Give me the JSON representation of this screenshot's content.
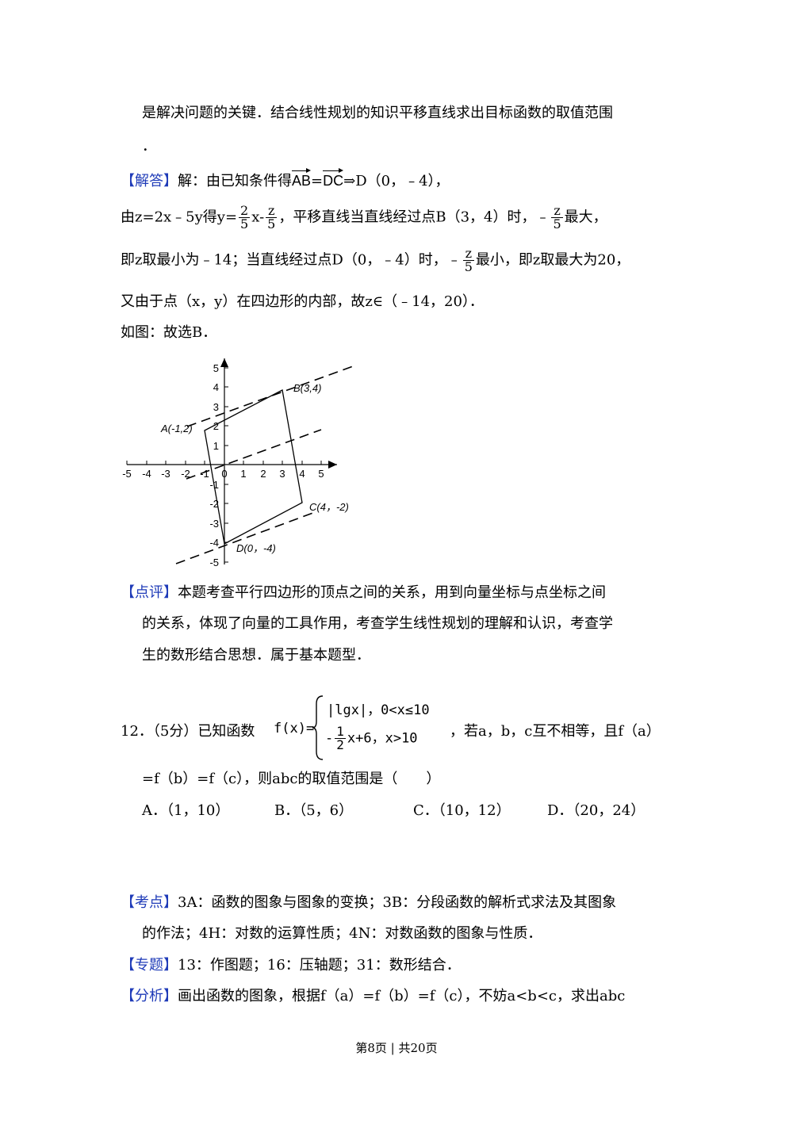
{
  "analysis_tail": {
    "line1": "是解决问题的关键．结合线性规划的知识平移直线求出目标函数的取值范围",
    "line2": "．"
  },
  "solution": {
    "tag": "【解答】",
    "l1_a": "解：由已知条件得",
    "l1_vec1": "AB",
    "l1_eq": "=",
    "l1_vec2": "DC",
    "l1_b": "⇒D（0，﹣4），",
    "l2_a": "由z=2x﹣5y得y=",
    "l2_f1_num": "2",
    "l2_f1_den": "5",
    "l2_b": "x-",
    "l2_f2_num": "z",
    "l2_f2_den": "5",
    "l2_c": "，平移直线当直线经过点B（3，4）时，﹣",
    "l2_f3_num": "z",
    "l2_f3_den": "5",
    "l2_d": "最大，",
    "l3_a": "即z取最小为﹣14；当直线经过点D（0，﹣4）时，﹣",
    "l3_f_num": "z",
    "l3_f_den": "5",
    "l3_b": "最小，即z取最大为20，",
    "l4": "又由于点（x，y）在四边形的内部，故z∈（﹣14，20）．",
    "l5": "如图：故选B．"
  },
  "figure": {
    "x_ticks": [
      "-5",
      "-4",
      "-3",
      "-2",
      "-1",
      "0",
      "1",
      "2",
      "3",
      "4",
      "5"
    ],
    "y_ticks": [
      "5",
      "4",
      "3",
      "2",
      "1",
      "-1",
      "-2",
      "-3",
      "-4",
      "-5"
    ],
    "label_A": "A(-1,2)",
    "label_B": "B(3,4)",
    "label_C": "C(4，-2)",
    "label_D": "D(0，-4)"
  },
  "comment": {
    "tag": "【点评】",
    "l1": "本题考查平行四边形的顶点之间的关系，用到向量坐标与点坐标之间",
    "l2": "的关系，体现了向量的工具作用，考查学生线性规划的理解和认识，考查学",
    "l3": "生的数形结合思想．属于基本题型．"
  },
  "problem12": {
    "stem_a": "12．（5分）已知函数",
    "fx": "f(x)=",
    "case1": "|lgx|，0<x≤10",
    "case2_num": "1",
    "case2_den": "2",
    "case2_rest": "x+6，x>10",
    "stem_b": "，若a，b，c互不相等，且f（a）",
    "stem_c": "=f（b）=f（c），则abc的取值范围是（　　）",
    "options": [
      "A．（1，10）",
      "B．（5，6）",
      "C．（10，12）",
      "D．（20，24）"
    ]
  },
  "kaodian": {
    "tag": "【考点】",
    "l1": "3A：函数的图象与图象的变换；3B：分段函数的解析式求法及其图象",
    "l2": "的作法；4H：对数的运算性质；4N：对数函数的图象与性质．"
  },
  "zhuanti": {
    "tag": "【专题】",
    "text": "13：作图题；16：压轴题；31：数形结合．"
  },
  "fenxi": {
    "tag": "【分析】",
    "text": "画出函数的图象，根据f（a）=f（b）=f（c），不妨a<b<c，求出abc"
  },
  "footer": {
    "text": "第8页 | 共20页"
  }
}
